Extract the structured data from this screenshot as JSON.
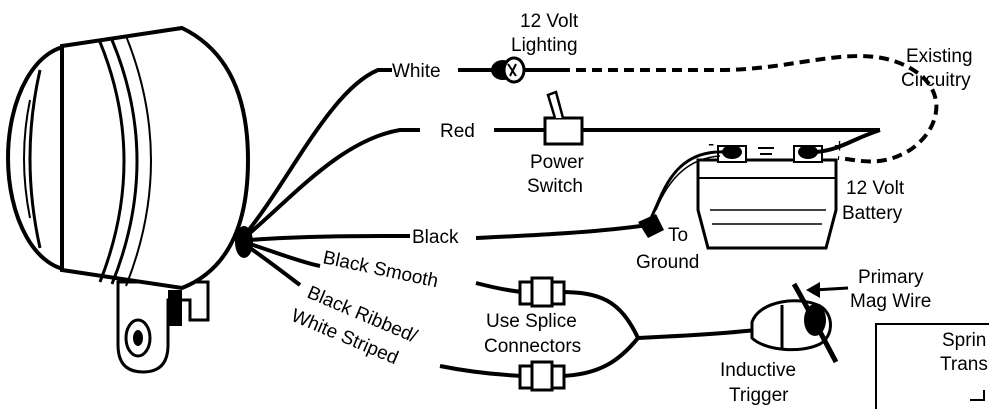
{
  "wire_labels": {
    "white": "White",
    "red": "Red",
    "black": "Black",
    "black_smooth": "Black Smooth",
    "black_ribbed_line1": "Black Ribbed/",
    "black_ribbed_line2": "White Striped"
  },
  "components": {
    "lighting_line1": "12 Volt",
    "lighting_line2": "Lighting",
    "existing_line1": "Existing",
    "existing_line2": "Circuitry",
    "power_line1": "Power",
    "power_line2": "Switch",
    "battery_line1": "12 Volt",
    "battery_line2": "Battery",
    "battery_minus": "-",
    "battery_plus": "+",
    "ground_line1": "To",
    "ground_line2": "Ground",
    "splice_line1": "Use Splice",
    "splice_line2": "Connectors",
    "trigger_line1": "Inductive",
    "trigger_line2": "Trigger",
    "mag_line1": "Primary",
    "mag_line2": "Mag Wire"
  },
  "inset": {
    "line1": "Sprin",
    "line2": "Trans"
  }
}
